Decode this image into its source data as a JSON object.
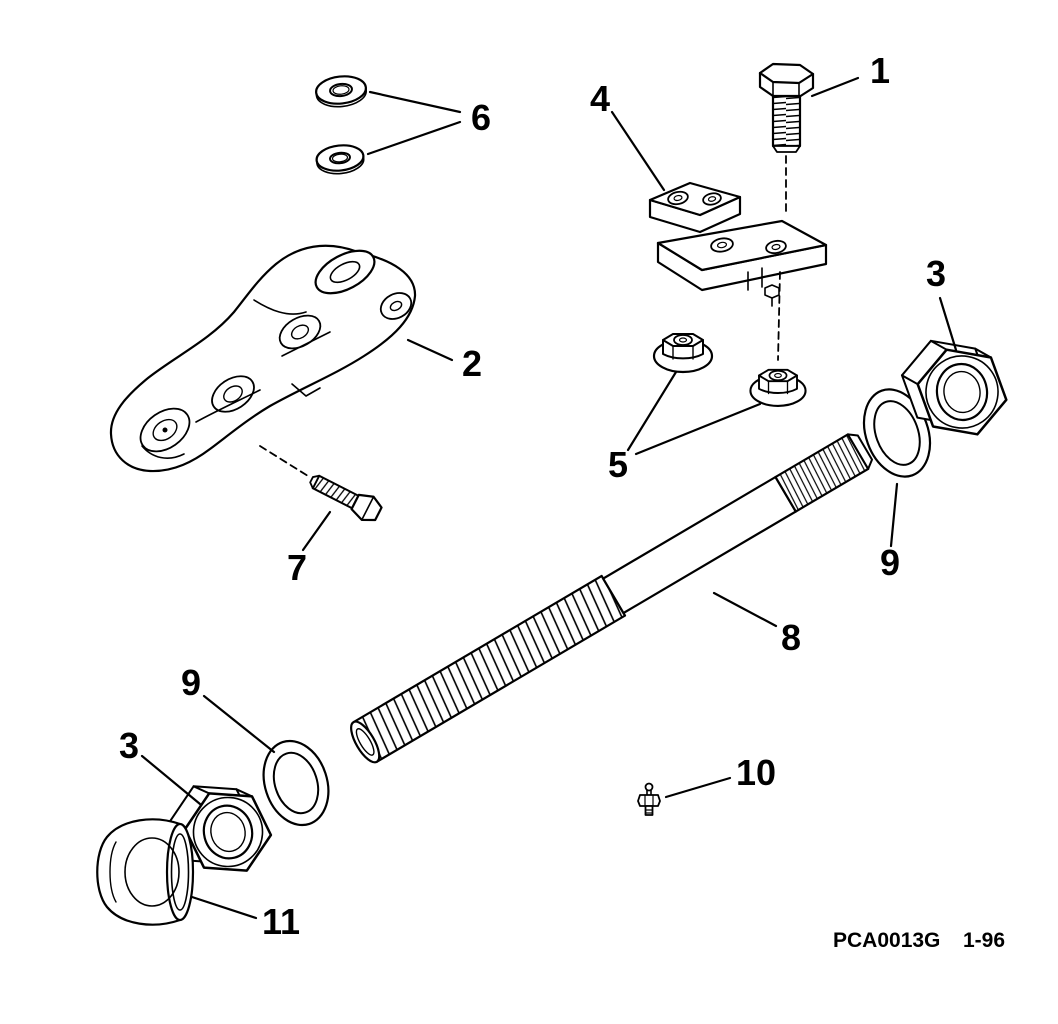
{
  "callouts": {
    "n1": "1",
    "n2": "2",
    "n3_right": "3",
    "n3_left": "3",
    "n4": "4",
    "n5": "5",
    "n6": "6",
    "n7": "7",
    "n8": "8",
    "n9_right": "9",
    "n9_left": "9",
    "n10": "10",
    "n11": "11"
  },
  "footer": {
    "code": "PCA0013G",
    "date": "1-96"
  },
  "colors": {
    "line": "#000000",
    "background": "#ffffff"
  }
}
